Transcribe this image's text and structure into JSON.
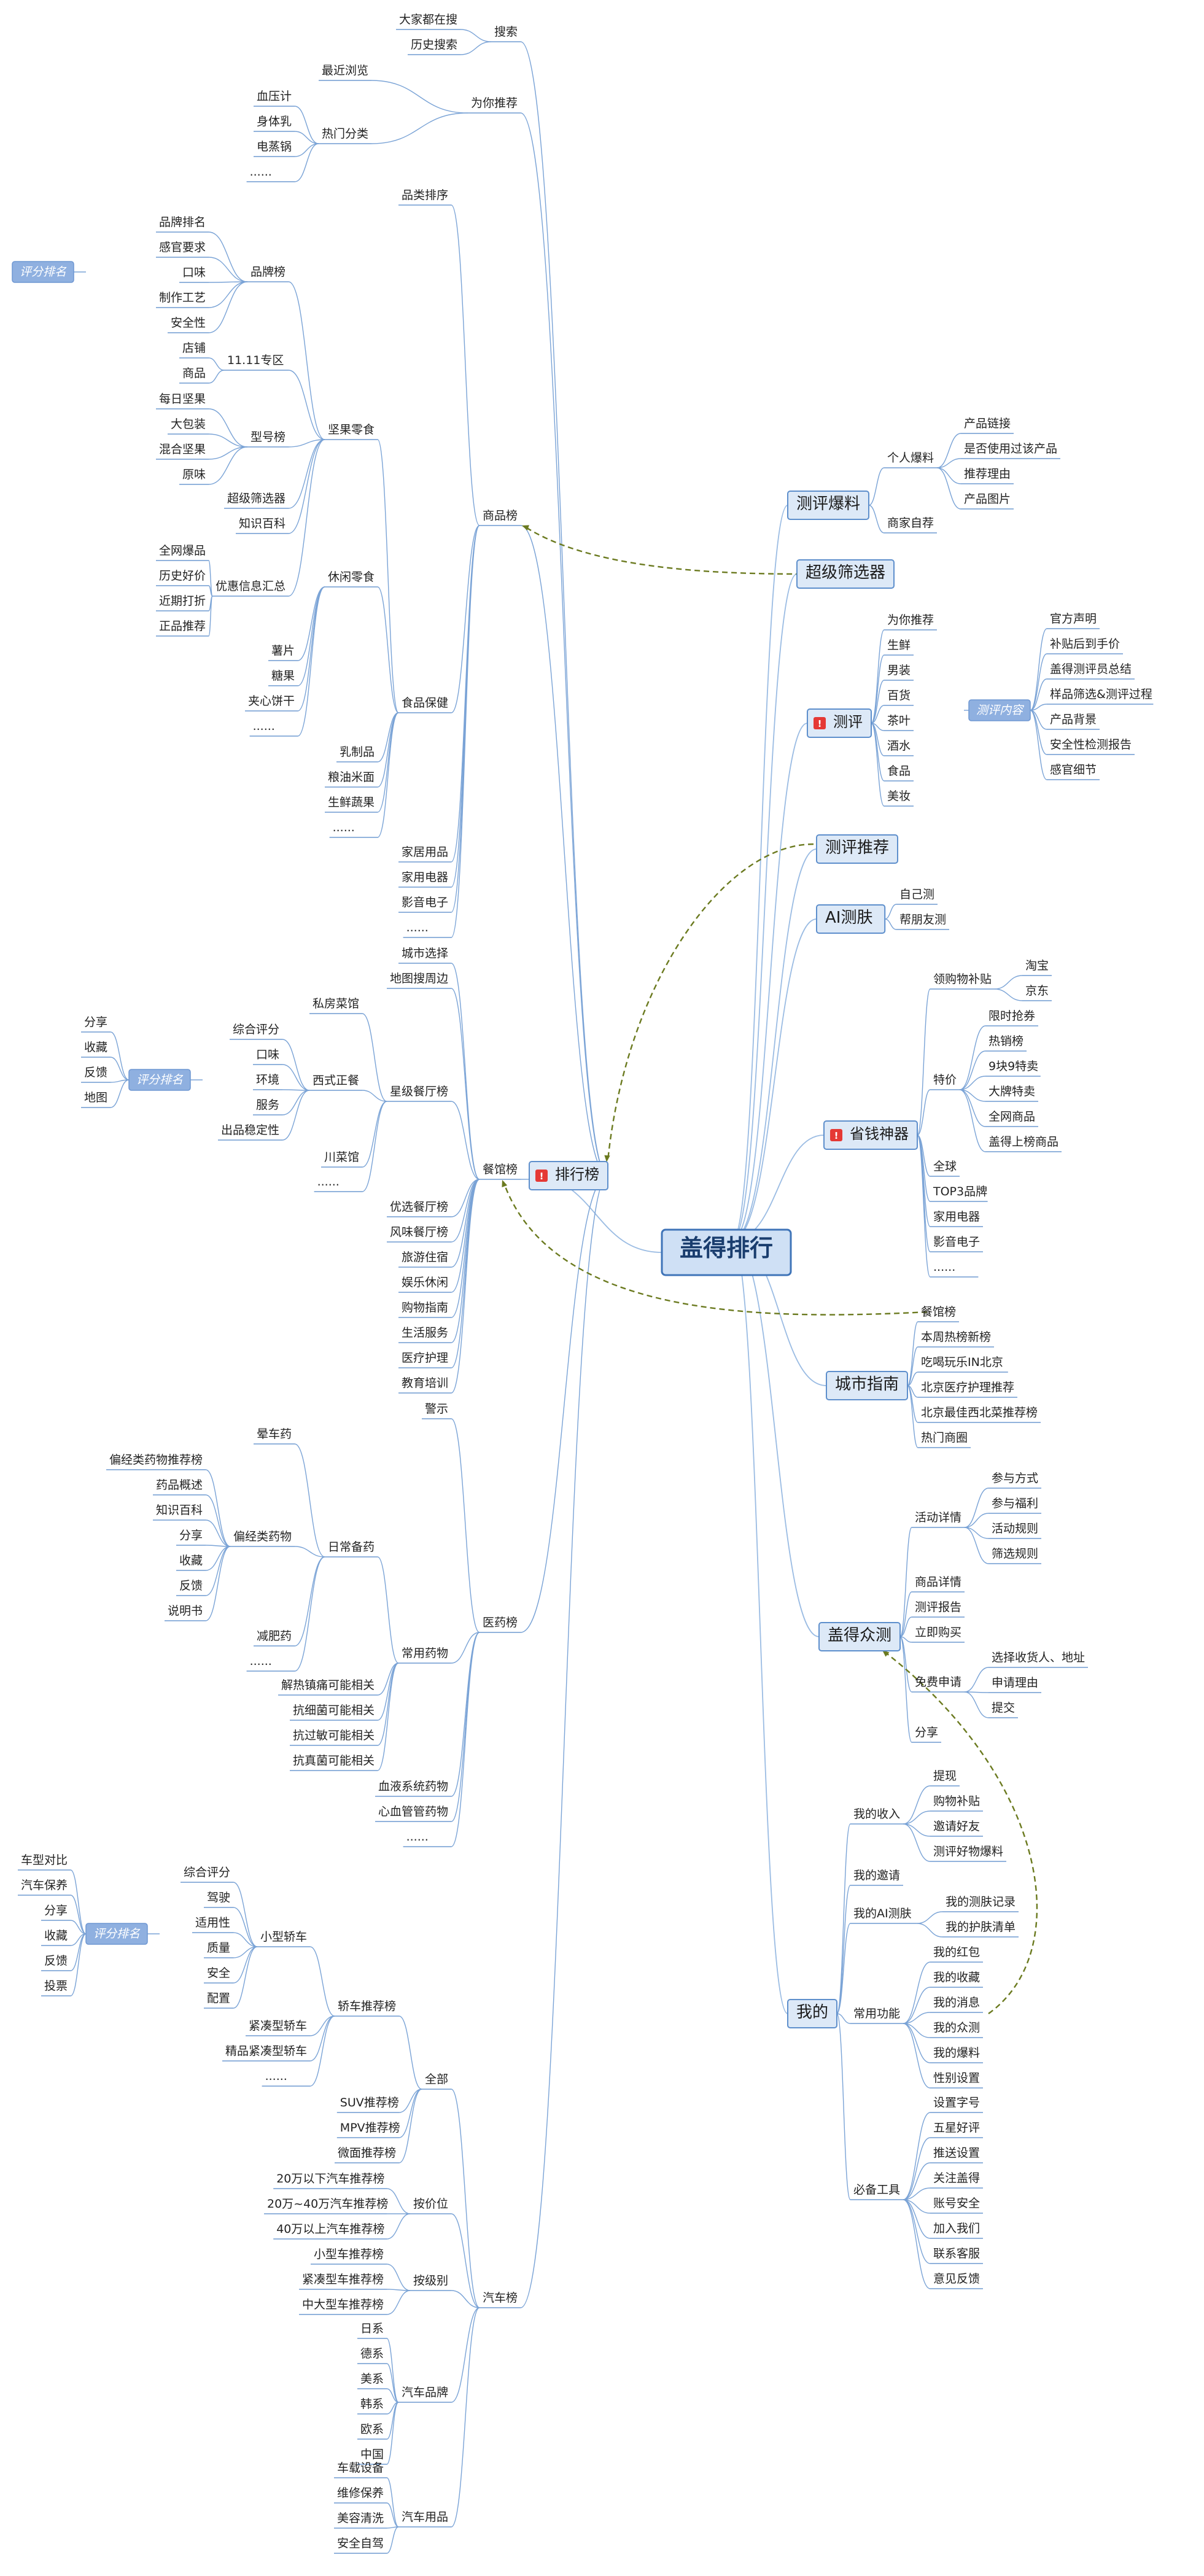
{
  "root": "盖得排行",
  "right": [
    {
      "label": "测评爆料",
      "children": [
        {
          "label": "个人爆料",
          "children": [
            {
              "label": "产品链接"
            },
            {
              "label": "是否使用过该产品"
            },
            {
              "label": "推荐理由"
            },
            {
              "label": "产品图片"
            }
          ]
        },
        {
          "label": "商家自荐"
        }
      ]
    },
    {
      "label": "超级筛选器"
    },
    {
      "label": "测评",
      "badge": "!",
      "children": [
        {
          "label": "为你推荐"
        },
        {
          "label": "生鲜"
        },
        {
          "label": "男装"
        },
        {
          "label": "百货"
        },
        {
          "label": "茶叶"
        },
        {
          "label": "酒水"
        },
        {
          "label": "食品"
        },
        {
          "label": "美妆"
        }
      ]
    },
    {
      "label": "测评推荐"
    },
    {
      "label": "AI测肤",
      "children": [
        {
          "label": "自己测"
        },
        {
          "label": "帮朋友测"
        }
      ]
    },
    {
      "label": "省钱神器",
      "badge": "!",
      "children": [
        {
          "label": "领购物补贴",
          "children": [
            {
              "label": "淘宝"
            },
            {
              "label": "京东"
            }
          ]
        },
        {
          "label": "特价",
          "children": [
            {
              "label": "限时抢券"
            },
            {
              "label": "热销榜"
            },
            {
              "label": "9块9特卖"
            },
            {
              "label": "大牌特卖"
            },
            {
              "label": "全网商品"
            },
            {
              "label": "盖得上榜商品"
            }
          ]
        },
        {
          "label": "全球"
        },
        {
          "label": "TOP3品牌"
        },
        {
          "label": "家用电器"
        },
        {
          "label": "影音电子"
        },
        {
          "label": "......"
        }
      ]
    },
    {
      "label": "城市指南",
      "children": [
        {
          "label": "餐馆榜"
        },
        {
          "label": "本周热榜新榜"
        },
        {
          "label": "吃喝玩乐IN北京"
        },
        {
          "label": "北京医疗护理推荐"
        },
        {
          "label": "北京最佳西北菜推荐榜"
        },
        {
          "label": "热门商圈"
        }
      ]
    },
    {
      "label": "盖得众测",
      "children": [
        {
          "label": "活动详情",
          "children": [
            {
              "label": "参与方式"
            },
            {
              "label": "参与福利"
            },
            {
              "label": "活动规则"
            },
            {
              "label": "筛选规则"
            }
          ]
        },
        {
          "label": "商品详情"
        },
        {
          "label": "测评报告"
        },
        {
          "label": "立即购买"
        },
        {
          "label": "免费申请",
          "children": [
            {
              "label": "选择收货人、地址"
            },
            {
              "label": "申请理由"
            },
            {
              "label": "提交"
            }
          ]
        },
        {
          "label": "分享"
        }
      ]
    },
    {
      "label": "我的",
      "children": [
        {
          "label": "我的收入",
          "children": [
            {
              "label": "提现"
            },
            {
              "label": "购物补贴"
            },
            {
              "label": "邀请好友"
            },
            {
              "label": "测评好物爆料"
            }
          ]
        },
        {
          "label": "我的邀请"
        },
        {
          "label": "我的AI测肤",
          "children": [
            {
              "label": "我的测肤记录"
            },
            {
              "label": "我的护肤清单"
            }
          ]
        },
        {
          "label": "常用功能",
          "children": [
            {
              "label": "我的红包"
            },
            {
              "label": "我的收藏"
            },
            {
              "label": "我的消息"
            },
            {
              "label": "我的众测"
            },
            {
              "label": "我的爆料"
            },
            {
              "label": "性别设置"
            }
          ]
        },
        {
          "label": "必备工具",
          "children": [
            {
              "label": "设置字号"
            },
            {
              "label": "五星好评"
            },
            {
              "label": "推送设置"
            },
            {
              "label": "关注盖得"
            },
            {
              "label": "账号安全"
            },
            {
              "label": "加入我们"
            },
            {
              "label": "联系客服"
            },
            {
              "label": "意见反馈"
            }
          ]
        }
      ]
    }
  ],
  "left": {
    "label": "排行榜",
    "badge": "!",
    "children": [
      {
        "label": "搜索",
        "children": [
          {
            "label": "大家都在搜"
          },
          {
            "label": "历史搜索"
          }
        ]
      },
      {
        "label": "为你推荐",
        "children": [
          {
            "label": "最近浏览"
          },
          {
            "label": "热门分类",
            "children": [
              {
                "label": "血压计"
              },
              {
                "label": "身体乳"
              },
              {
                "label": "电蒸锅"
              },
              {
                "label": "......"
              }
            ]
          }
        ]
      },
      {
        "label": "商品榜",
        "children": [
          {
            "label": "品类排序"
          },
          {
            "label": "食品保健",
            "children": [
              {
                "label": "坚果零食",
                "children": [
                  {
                    "label": "品牌榜",
                    "children": [
                      {
                        "label": "品牌排名"
                      },
                      {
                        "label": "感官要求"
                      },
                      {
                        "label": "口味"
                      },
                      {
                        "label": "制作工艺"
                      },
                      {
                        "label": "安全性"
                      }
                    ]
                  },
                  {
                    "label": "11.11专区",
                    "children": [
                      {
                        "label": "店铺"
                      },
                      {
                        "label": "商品"
                      }
                    ]
                  },
                  {
                    "label": "型号榜",
                    "children": [
                      {
                        "label": "每日坚果"
                      },
                      {
                        "label": "大包装"
                      },
                      {
                        "label": "混合坚果"
                      },
                      {
                        "label": "原味"
                      }
                    ]
                  },
                  {
                    "label": "超级筛选器"
                  },
                  {
                    "label": "知识百科"
                  },
                  {
                    "label": "优惠信息汇总",
                    "children": [
                      {
                        "label": "全网爆品"
                      },
                      {
                        "label": "历史好价"
                      },
                      {
                        "label": "近期打折"
                      },
                      {
                        "label": "正品推荐"
                      }
                    ]
                  }
                ]
              },
              {
                "label": "休闲零食",
                "children": [
                  {
                    "label": "薯片"
                  },
                  {
                    "label": "糖果"
                  },
                  {
                    "label": "夹心饼干"
                  },
                  {
                    "label": "......"
                  }
                ]
              },
              {
                "label": "乳制品"
              },
              {
                "label": "粮油米面"
              },
              {
                "label": "生鲜蔬果"
              },
              {
                "label": "......"
              }
            ]
          },
          {
            "label": "家居用品"
          },
          {
            "label": "家用电器"
          },
          {
            "label": "影音电子"
          },
          {
            "label": "......"
          }
        ]
      },
      {
        "label": "餐馆榜",
        "children": [
          {
            "label": "城市选择"
          },
          {
            "label": "地图搜周边"
          },
          {
            "label": "星级餐厅榜",
            "children": [
              {
                "label": "私房菜馆"
              },
              {
                "label": "西式正餐",
                "children": [
                  {
                    "label": "综合评分"
                  },
                  {
                    "label": "口味"
                  },
                  {
                    "label": "环境"
                  },
                  {
                    "label": "服务"
                  },
                  {
                    "label": "出品稳定性"
                  }
                ]
              },
              {
                "label": "川菜馆"
              },
              {
                "label": "......"
              }
            ]
          },
          {
            "label": "优选餐厅榜"
          },
          {
            "label": "风味餐厅榜"
          },
          {
            "label": "旅游住宿"
          },
          {
            "label": "娱乐休闲"
          },
          {
            "label": "购物指南"
          },
          {
            "label": "生活服务"
          },
          {
            "label": "医疗护理"
          },
          {
            "label": "教育培训"
          }
        ]
      },
      {
        "label": "医药榜",
        "children": [
          {
            "label": "警示"
          },
          {
            "label": "常用药物",
            "children": [
              {
                "label": "日常备药",
                "children": [
                  {
                    "label": "晕车药"
                  },
                  {
                    "label": "偏经类药物",
                    "children": [
                      {
                        "label": "偏经类药物推荐榜"
                      },
                      {
                        "label": "药品概述"
                      },
                      {
                        "label": "知识百科"
                      },
                      {
                        "label": "分享"
                      },
                      {
                        "label": "收藏"
                      },
                      {
                        "label": "反馈"
                      },
                      {
                        "label": "说明书"
                      }
                    ]
                  },
                  {
                    "label": "减肥药"
                  },
                  {
                    "label": "......"
                  }
                ]
              },
              {
                "label": "解热镇痛可能相关"
              },
              {
                "label": "抗细菌可能相关"
              },
              {
                "label": "抗过敏可能相关"
              },
              {
                "label": "抗真菌可能相关"
              }
            ]
          },
          {
            "label": "血液系统药物"
          },
          {
            "label": "心血管管药物"
          },
          {
            "label": "......"
          }
        ]
      },
      {
        "label": "汽车榜",
        "children": [
          {
            "label": "全部",
            "children": [
              {
                "label": "轿车推荐榜",
                "children": [
                  {
                    "label": "小型轿车",
                    "children": [
                      {
                        "label": "综合评分"
                      },
                      {
                        "label": "驾驶"
                      },
                      {
                        "label": "适用性"
                      },
                      {
                        "label": "质量"
                      },
                      {
                        "label": "安全"
                      },
                      {
                        "label": "配置"
                      }
                    ]
                  },
                  {
                    "label": "紧凑型轿车"
                  },
                  {
                    "label": "精品紧凑型轿车"
                  },
                  {
                    "label": "......"
                  }
                ]
              },
              {
                "label": "SUV推荐榜"
              },
              {
                "label": "MPV推荐榜"
              },
              {
                "label": "微面推荐榜"
              }
            ]
          },
          {
            "label": "按价位",
            "children": [
              {
                "label": "20万以下汽车推荐榜"
              },
              {
                "label": "20万~40万汽车推荐榜"
              },
              {
                "label": "40万以上汽车推荐榜"
              }
            ]
          },
          {
            "label": "按级别",
            "children": [
              {
                "label": "小型车推荐榜"
              },
              {
                "label": "紧凑型车推荐榜"
              },
              {
                "label": "中大型车推荐榜"
              }
            ]
          },
          {
            "label": "汽车品牌",
            "children": [
              {
                "label": "日系"
              },
              {
                "label": "德系"
              },
              {
                "label": "美系"
              },
              {
                "label": "韩系"
              },
              {
                "label": "欧系"
              },
              {
                "label": "中国"
              }
            ]
          },
          {
            "label": "汽车用品",
            "children": [
              {
                "label": "车载设备"
              },
              {
                "label": "维修保养"
              },
              {
                "label": "美容清洗"
              },
              {
                "label": "安全自驾"
              }
            ]
          }
        ]
      }
    ]
  },
  "floating": [
    {
      "label": "评分排名",
      "items": [],
      "attach": "品牌榜"
    },
    {
      "label": "测评内容",
      "items": [
        {
          "label": "官方声明"
        },
        {
          "label": "补贴后到手价"
        },
        {
          "label": "盖得测评员总结"
        },
        {
          "label": "样品筛选&测评过程"
        },
        {
          "label": "产品背景"
        },
        {
          "label": "安全性检测报告"
        },
        {
          "label": "感官细节"
        }
      ]
    },
    {
      "label": "评分排名",
      "items": [
        {
          "label": "分享"
        },
        {
          "label": "收藏"
        },
        {
          "label": "反馈"
        },
        {
          "label": "地图"
        }
      ]
    },
    {
      "label": "评分排名",
      "items": [
        {
          "label": "车型对比"
        },
        {
          "label": "汽车保养"
        },
        {
          "label": "分享"
        },
        {
          "label": "收藏"
        },
        {
          "label": "反馈"
        },
        {
          "label": "投票"
        }
      ]
    }
  ]
}
